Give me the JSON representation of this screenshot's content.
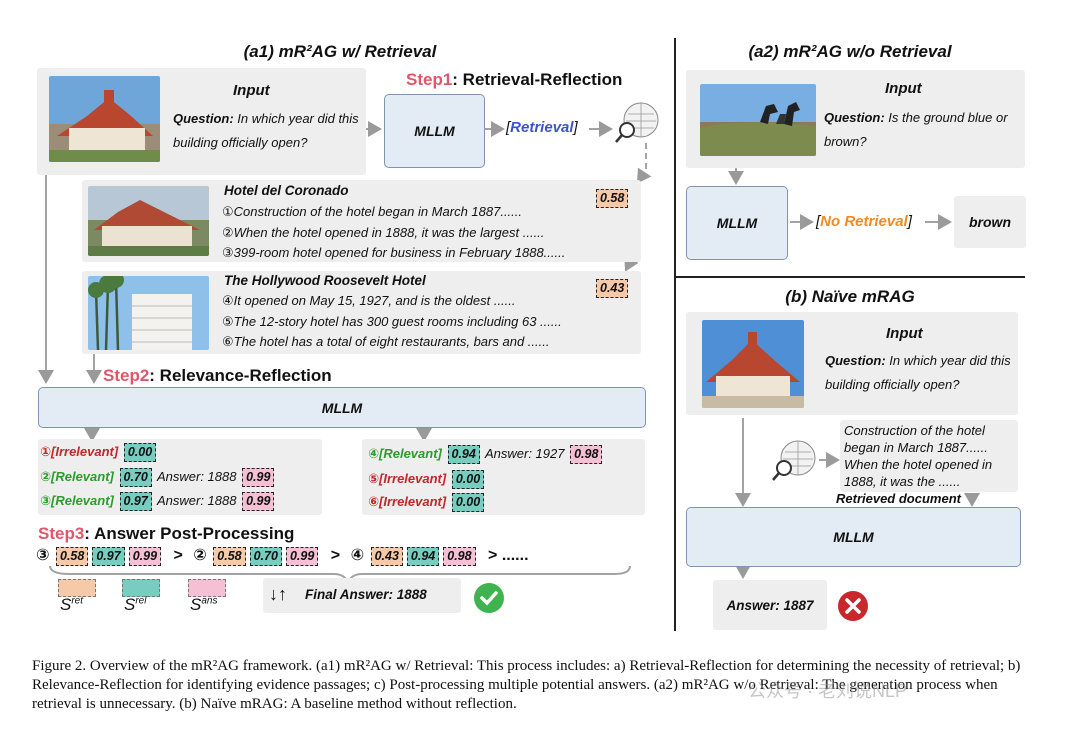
{
  "a1": {
    "title": "(a1) mR²AG w/ Retrieval",
    "input_heading": "Input",
    "question_label": "Question:",
    "question_text": " In which year did this building officially open?",
    "step1_num": "Step1",
    "step1_text": ": Retrieval-Reflection",
    "mllm": "MLLM",
    "retrieval_token": "Retrieval",
    "doc1": {
      "title": "Hotel del Coronado",
      "lines": [
        "①Construction of the hotel began in March 1887......",
        "②When the hotel opened in 1888, it was the largest ......",
        "③399-room hotel opened for business in February 1888......"
      ],
      "score": "0.58"
    },
    "doc2": {
      "title": "The Hollywood Roosevelt Hotel",
      "lines": [
        "④It opened on May 15, 1927, and is the oldest ......",
        "⑤The 12-story hotel has 300 guest rooms including 63 ......",
        "⑥The hotel has a total of eight restaurants, bars and ......"
      ],
      "score": "0.43"
    },
    "step2_num": "Step2",
    "step2_text": ": Relevance-Reflection",
    "mllm_wide": "MLLM",
    "left_results": [
      {
        "num": "①",
        "tag": "[Irrelevant]",
        "kind": "irrelevant",
        "rel": "0.00",
        "answer": "",
        "ans": ""
      },
      {
        "num": "②",
        "tag": "[Relevant]",
        "kind": "relevant",
        "rel": "0.70",
        "answer": "Answer: 1888",
        "ans": "0.99"
      },
      {
        "num": "③",
        "tag": "[Relevant]",
        "kind": "relevant",
        "rel": "0.97",
        "answer": "Answer: 1888",
        "ans": "0.99"
      }
    ],
    "right_results": [
      {
        "num": "④",
        "tag": "[Relevant]",
        "kind": "relevant",
        "rel": "0.94",
        "answer": "Answer: 1927",
        "ans": "0.98"
      },
      {
        "num": "⑤",
        "tag": "[Irrelevant]",
        "kind": "irrelevant",
        "rel": "0.00",
        "answer": "",
        "ans": ""
      },
      {
        "num": "⑥",
        "tag": "[Irrelevant]",
        "kind": "irrelevant",
        "rel": "0.00",
        "answer": "",
        "ans": ""
      }
    ],
    "step3_num": "Step3",
    "step3_text": ": Answer Post-Processing",
    "ranking": [
      {
        "num": "③",
        "ret": "0.58",
        "rel": "0.97",
        "ans": "0.99"
      },
      {
        "num": "②",
        "ret": "0.58",
        "rel": "0.70",
        "ans": "0.99"
      },
      {
        "num": "④",
        "ret": "0.43",
        "rel": "0.94",
        "ans": "0.98"
      }
    ],
    "gt": ">",
    "trail": "> ......",
    "legend": {
      "ret": "ret",
      "rel": "rel",
      "ans": "ans",
      "s": "S"
    },
    "sort_icon": "↓↑",
    "final_answer": "Final Answer: 1888"
  },
  "a2": {
    "title": "(a2) mR²AG w/o Retrieval",
    "input_heading": "Input",
    "question_label": "Question:",
    "question_text": " Is the ground blue or brown?",
    "mllm": "MLLM",
    "no_retrieval_token": "No Retrieval",
    "answer": "brown"
  },
  "b": {
    "title": "(b) Naïve mRAG",
    "input_heading": "Input",
    "question_label": "Question:",
    "question_text": " In which year did this building officially open?",
    "retrieved_text": "Construction of the hotel began in March 1887...... When the hotel opened in 1888, it was the  ......",
    "retrieved_label": "Retrieved document",
    "mllm": "MLLM",
    "answer": "Answer: 1887"
  },
  "caption": "Figure 2. Overview of the mR²AG framework. (a1) mR²AG w/ Retrieval: This process includes: a) Retrieval-Reflection for determining the necessity of retrieval; b) Relevance-Reflection for identifying evidence passages; c) Post-processing multiple potential answers. (a2) mR²AG w/o Retrieval: The generation process when retrieval is unnecessary. (b) Naïve mRAG: A baseline method without reflection.",
  "watermark": "公众号 · 老刘说NLP",
  "colors": {
    "step": "#e0566a",
    "retrieval": "#3a55c8",
    "no_retrieval": "#f08a24",
    "relevant": "#2a9d2a",
    "irrelevant": "#c0282b",
    "mllm_fill": "#e3ecf5",
    "check": "#3fb34f",
    "cross": "#c8282b"
  }
}
